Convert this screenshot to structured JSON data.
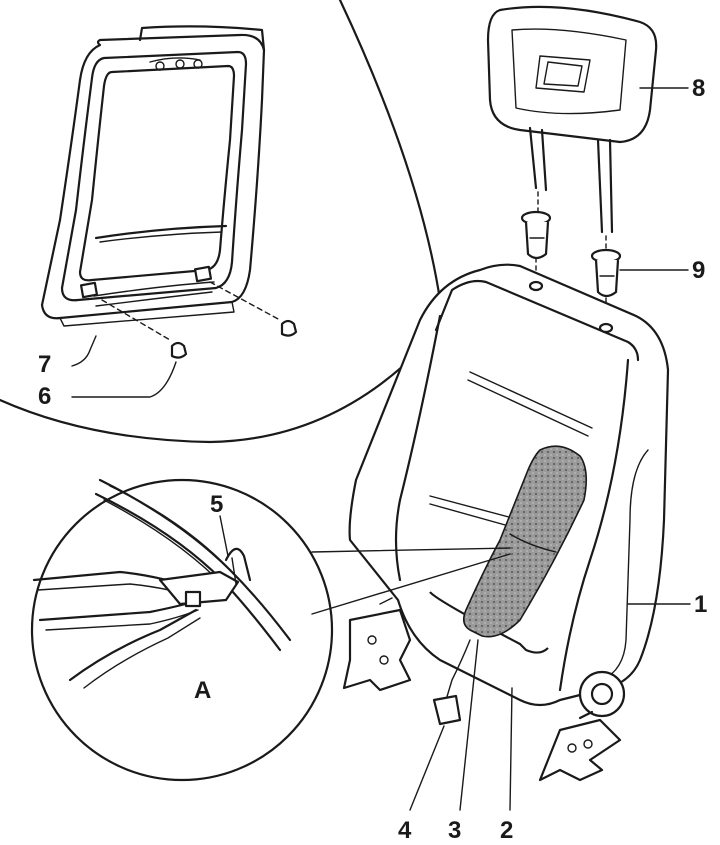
{
  "callouts": {
    "c1": "1",
    "c2": "2",
    "c3": "3",
    "c4": "4",
    "c5": "5",
    "c6": "6",
    "c7": "7",
    "c8": "8",
    "c9": "9",
    "detail_a": "A"
  },
  "colors": {
    "ink": "#1a1a1a",
    "shade": "#8c8c8c",
    "paper": "#ffffff"
  }
}
